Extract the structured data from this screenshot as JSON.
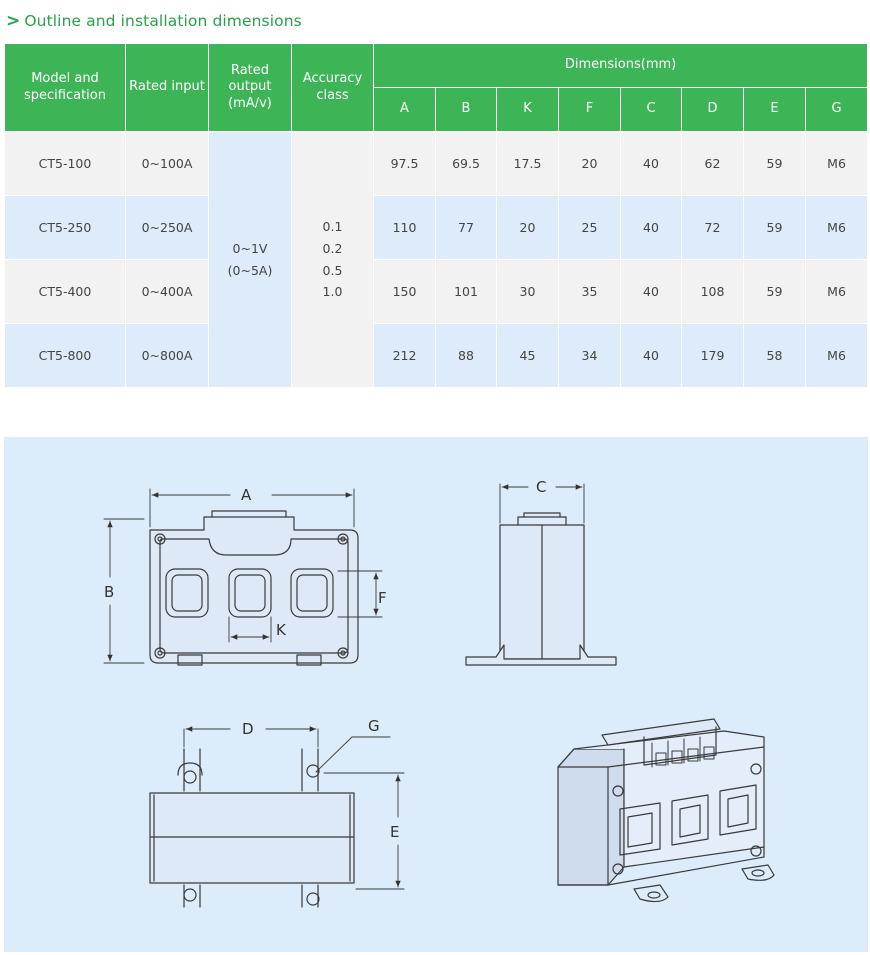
{
  "section": {
    "chevron": ">",
    "title": "Outline and installation dimensions"
  },
  "table": {
    "headers": {
      "model": [
        "Model and",
        "specification"
      ],
      "rated_input": "Rated input",
      "rated_output": [
        "Rated",
        "output",
        "(mA/v)"
      ],
      "accuracy": [
        "Accuracy",
        "class"
      ],
      "dimensions": "Dimensions(mm)",
      "dim_cols": [
        "A",
        "B",
        "K",
        "F",
        "C",
        "D",
        "E",
        "G"
      ]
    },
    "rows": [
      {
        "model": "CT5-100",
        "input": "0~100A",
        "dims": [
          "97.5",
          "69.5",
          "17.5",
          "20",
          "40",
          "62",
          "59",
          "M6"
        ]
      },
      {
        "model": "CT5-250",
        "input": "0~250A",
        "dims": [
          "110",
          "77",
          "20",
          "25",
          "40",
          "72",
          "59",
          "M6"
        ]
      },
      {
        "model": "CT5-400",
        "input": "0~400A",
        "dims": [
          "150",
          "101",
          "30",
          "35",
          "40",
          "108",
          "59",
          "M6"
        ]
      },
      {
        "model": "CT5-800",
        "input": "0~800A",
        "dims": [
          "212",
          "88",
          "45",
          "34",
          "40",
          "179",
          "58",
          "M6"
        ]
      }
    ],
    "rated_output_values": [
      "0~1V",
      "(0~5A)"
    ],
    "accuracy_values": [
      "0.1",
      "0.2",
      "0.5",
      "1.0"
    ]
  },
  "drawing_labels": {
    "A": "A",
    "B": "B",
    "C": "C",
    "D": "D",
    "E": "E",
    "F": "F",
    "G": "G",
    "K": "K"
  }
}
